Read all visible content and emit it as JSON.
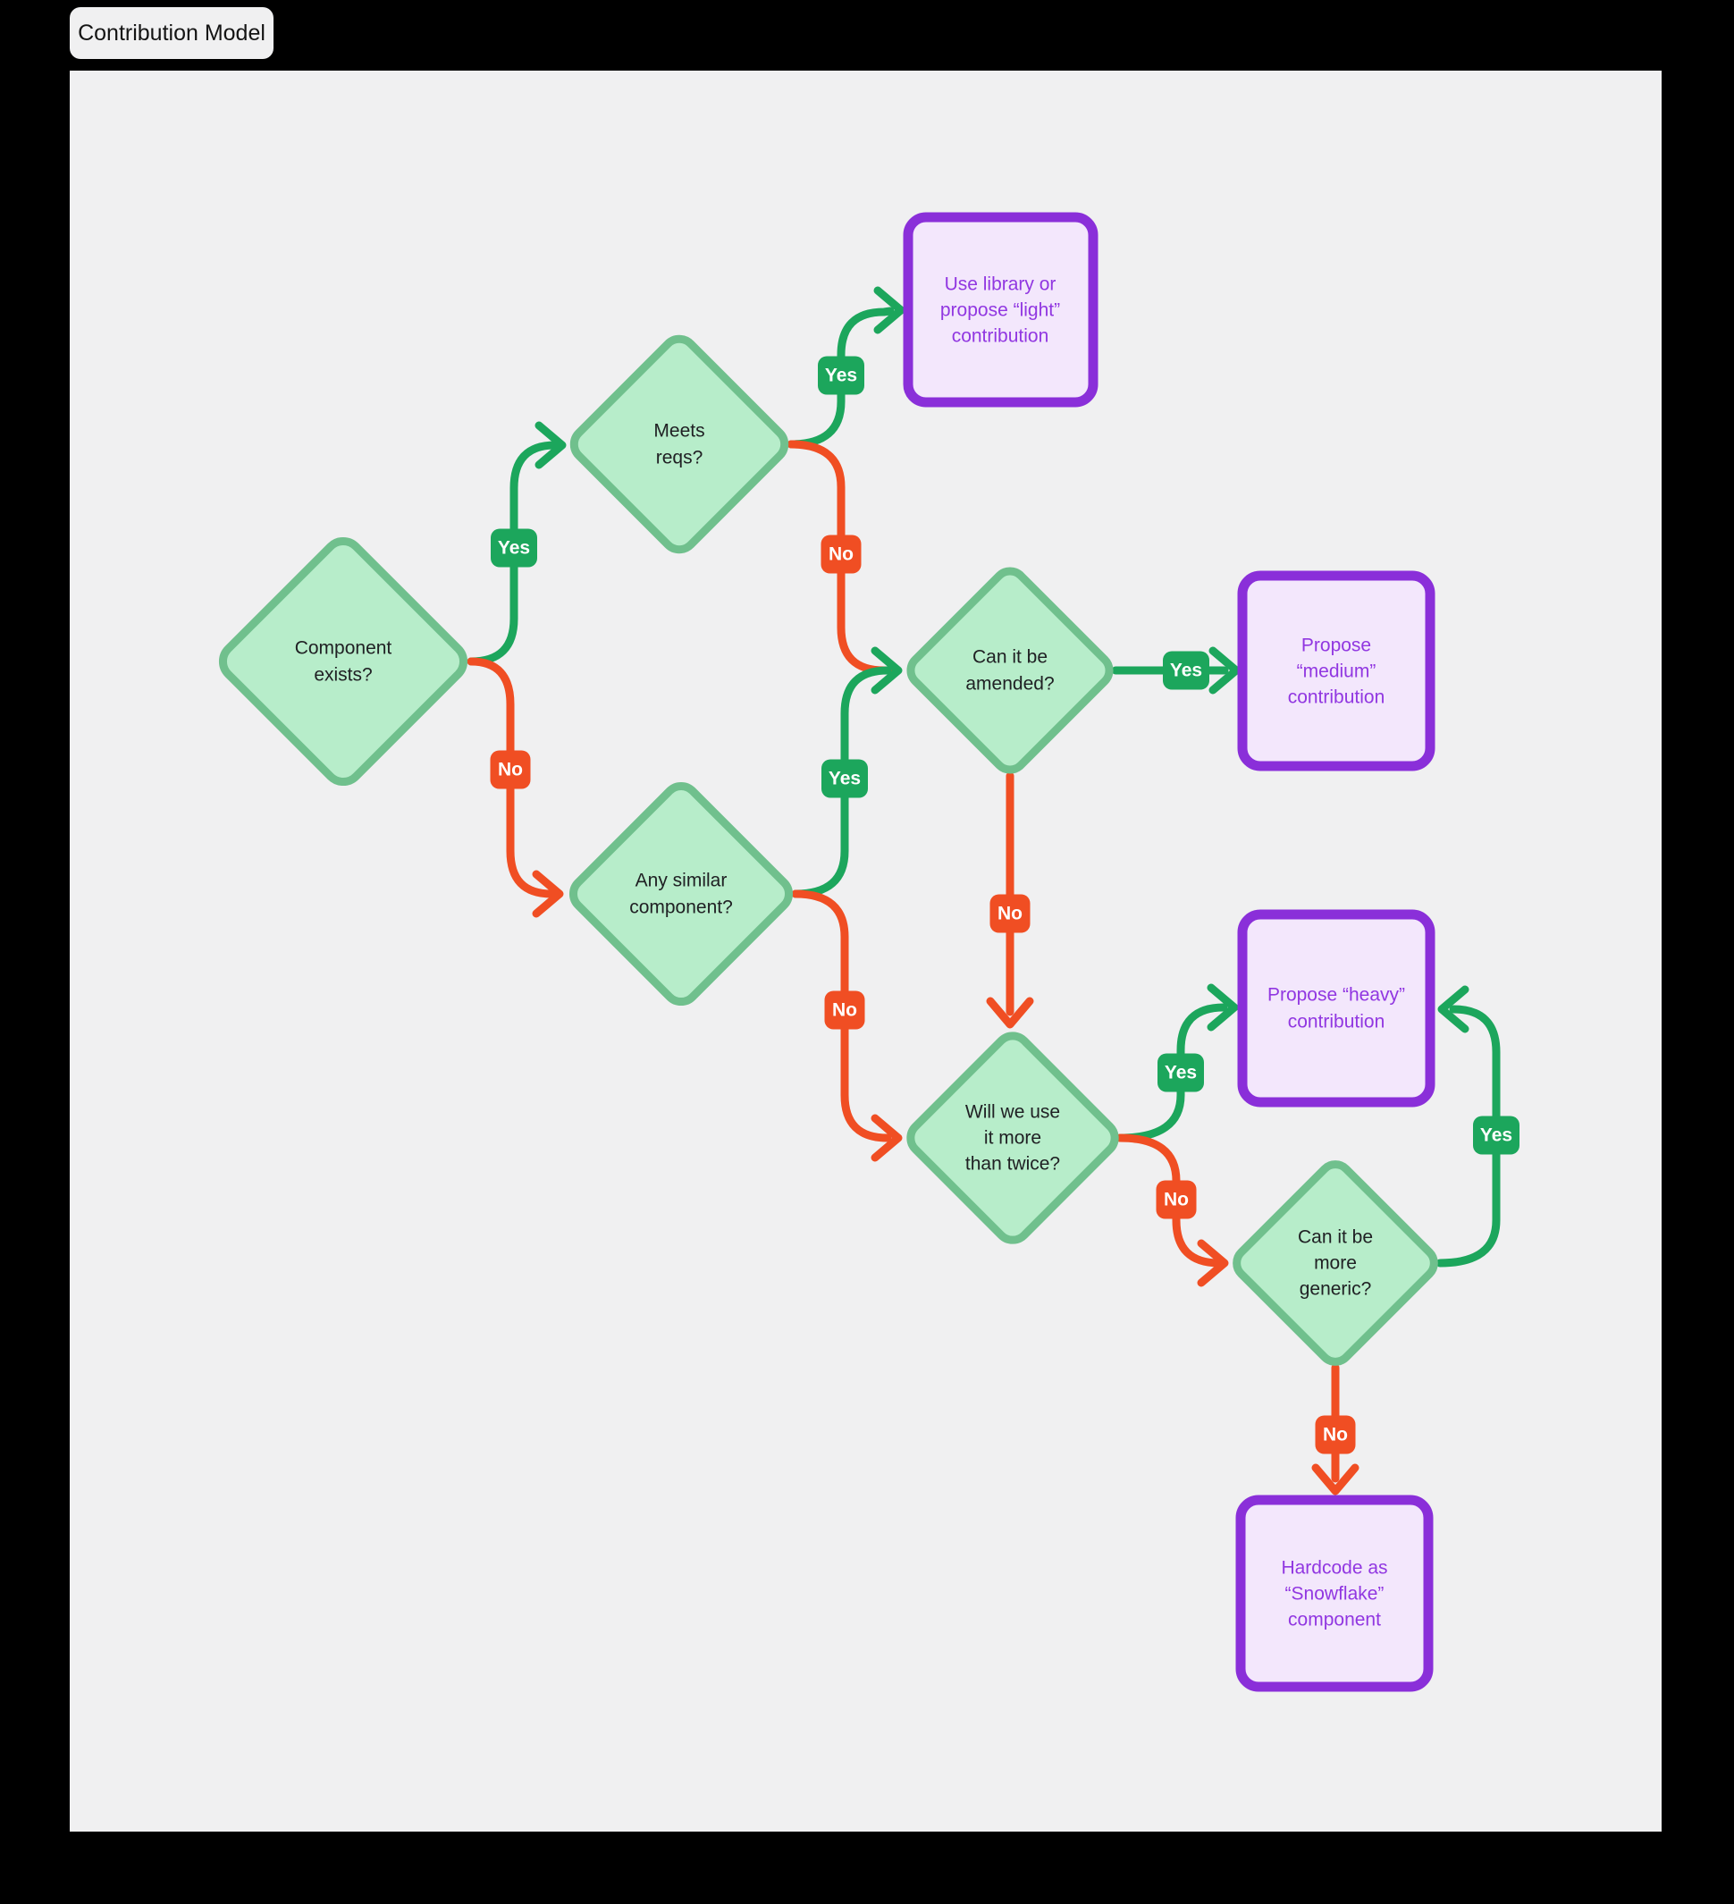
{
  "tab": {
    "label": "Contribution Model"
  },
  "labels": {
    "yes": "Yes",
    "no": "No"
  },
  "colors": {
    "background": "#000000",
    "canvas": "#f0f0f1",
    "diamond_fill": "#b7edca",
    "diamond_border": "#70c08d",
    "green": "#1ca65c",
    "red": "#f04e23",
    "purple_border": "#8a2fd9",
    "purple_fill": "#f3e7fc",
    "purple_text": "#9137e1",
    "node_text": "#202124",
    "badge_text": "#ffffff"
  },
  "nodes": {
    "component_exists": {
      "lines": [
        "Component",
        "exists?"
      ]
    },
    "meets_reqs": {
      "lines": [
        "Meets",
        "reqs?"
      ]
    },
    "any_similar": {
      "lines": [
        "Any similar",
        "component?"
      ]
    },
    "can_be_amended": {
      "lines": [
        "Can it be",
        "amended?"
      ]
    },
    "use_more_than_twice": {
      "lines": [
        "Will we use",
        "it more",
        "than twice?"
      ]
    },
    "more_generic": {
      "lines": [
        "Can it be",
        "more",
        "generic?"
      ]
    },
    "light_contribution": {
      "lines": [
        "Use library or",
        "propose “light”",
        "contribution"
      ]
    },
    "medium_contribution": {
      "lines": [
        "Propose",
        "“medium”",
        "contribution"
      ]
    },
    "heavy_contribution": {
      "lines": [
        "Propose “heavy”",
        "contribution"
      ]
    },
    "snowflake_component": {
      "lines": [
        "Hardcode as",
        "“Snowflake”",
        "component"
      ]
    }
  }
}
